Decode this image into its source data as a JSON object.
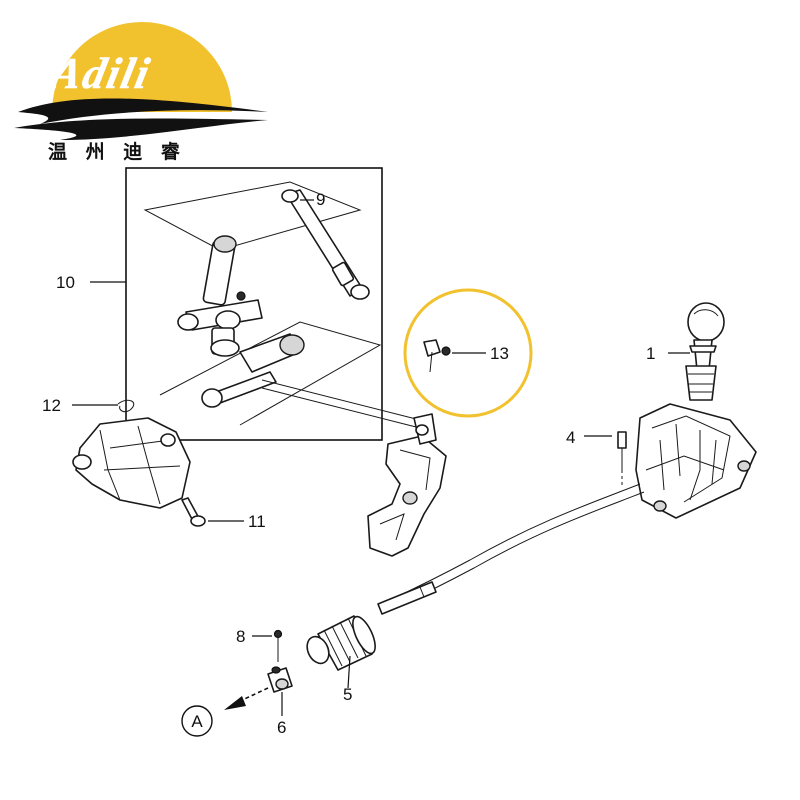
{
  "logo": {
    "brand_text": "Adili",
    "chinese_text": "温 州 迪 睿",
    "sun_color": "#f2c12e",
    "wave_color": "#111111"
  },
  "callouts": {
    "c1": "1",
    "c4": "4",
    "c5": "5",
    "c6": "6",
    "c8": "8",
    "c9": "9",
    "c10": "10",
    "c11": "11",
    "c12": "12",
    "c13": "13"
  },
  "view_marker": {
    "label": "A"
  },
  "highlight": {
    "color": "#f2c12e",
    "target": "13"
  }
}
